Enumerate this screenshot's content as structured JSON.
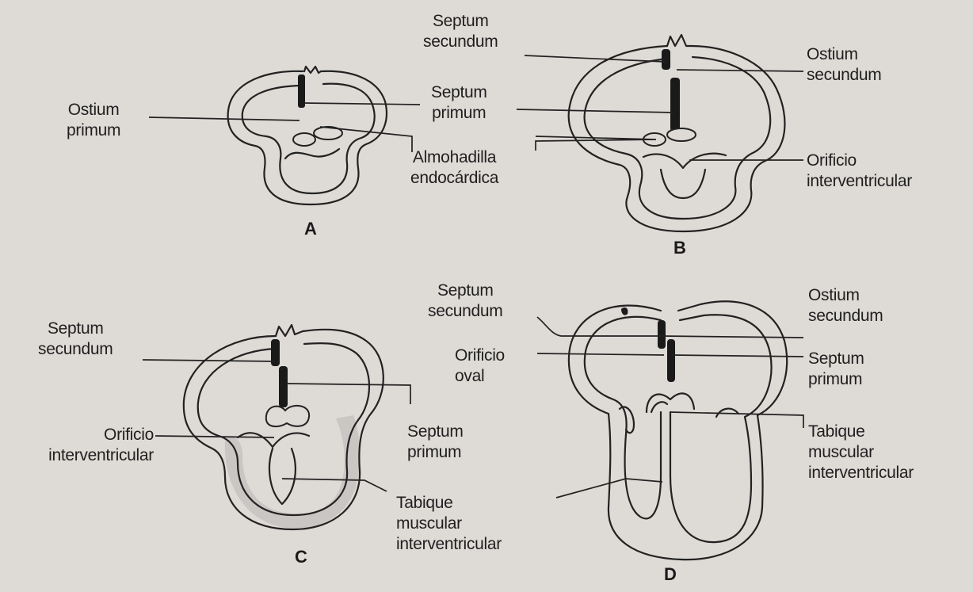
{
  "panels": {
    "A": {
      "letter": "A",
      "labels": {
        "ostium_primum": [
          "Ostium",
          "primum"
        ],
        "septum_primum": [
          "Septum",
          "primum"
        ],
        "almohadilla": [
          "Almohadilla",
          "endocárdica"
        ]
      }
    },
    "B": {
      "letter": "B",
      "labels": {
        "septum_secundum": [
          "Septum",
          "secundum"
        ],
        "ostium_secundum": [
          "Ostium",
          "secundum"
        ],
        "orificio_interventricular": [
          "Orificio",
          "interventricular"
        ]
      }
    },
    "C": {
      "letter": "C",
      "labels": {
        "septum_secundum": [
          "Septum",
          "secundum"
        ],
        "orificio_interventricular": [
          "Orificio",
          "interventricular"
        ],
        "septum_primum": [
          "Septum",
          "primum"
        ],
        "tabique": [
          "Tabique",
          "muscular",
          "interventricular"
        ]
      }
    },
    "D": {
      "letter": "D",
      "labels": {
        "septum_secundum": [
          "Septum",
          "secundum"
        ],
        "orificio_oval": [
          "Orificio",
          "oval"
        ],
        "ostium_secundum": [
          "Ostium",
          "secundum"
        ],
        "septum_primum": [
          "Septum",
          "primum"
        ],
        "tabique": [
          "Tabique",
          "muscular",
          "interventricular"
        ]
      }
    }
  },
  "colors": {
    "background": "#dedad6",
    "ink": "#1f1f1f",
    "septum_fill": "#1a1a1a",
    "muscle_shade": "#c9c6c3"
  }
}
